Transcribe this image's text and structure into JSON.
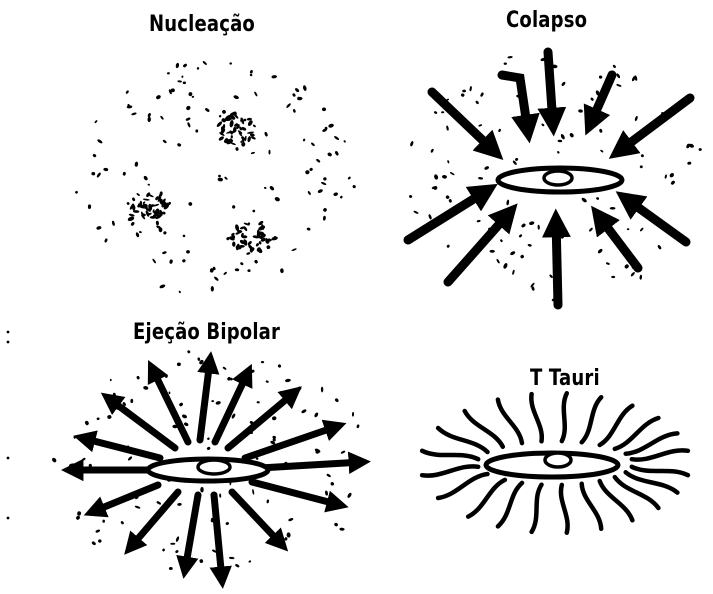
{
  "panels": [
    {
      "id": "nucleation",
      "title": "Nucleação"
    },
    {
      "id": "collapse",
      "title": "Colapso"
    },
    {
      "id": "bipolar-ejection",
      "title": "Ejeção Bipolar"
    },
    {
      "id": "t-tauri",
      "title": "T Tauri"
    }
  ],
  "colors": {
    "ink": "#000000",
    "background": "#ffffff"
  }
}
